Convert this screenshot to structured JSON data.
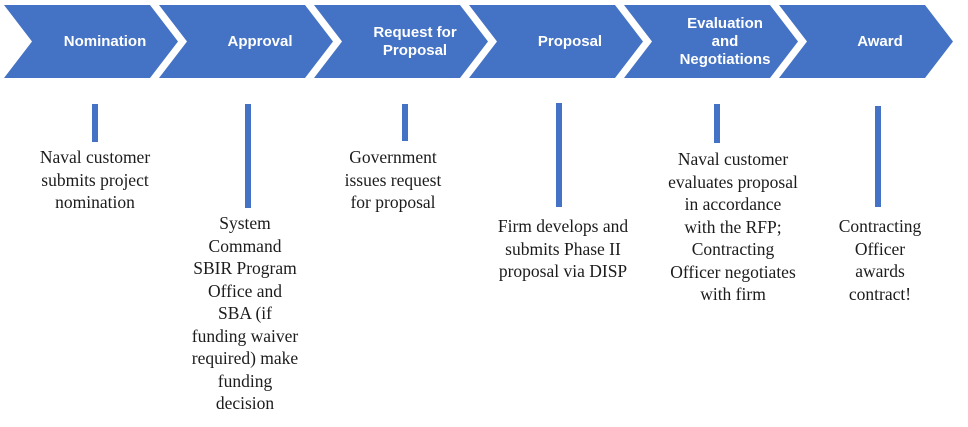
{
  "diagram": {
    "type": "process-flow",
    "step_count": 6
  },
  "colors": {
    "chevron_blue": "#4472C4",
    "connector_blue": "#4472C4",
    "label_text": "#ffffff",
    "body_text": "#1c1c1c"
  },
  "steps": [
    {
      "label": "Nomination",
      "label_lines": [
        "Nomination"
      ],
      "connector": "short",
      "description": "Naval customer submits project nomination",
      "description_lines": [
        "Naval customer",
        "submits project",
        "nomination"
      ]
    },
    {
      "label": "Approval",
      "label_lines": [
        "Approval"
      ],
      "connector": "long",
      "description": "System Command SBIR Program Office and SBA (if funding waiver required) make funding decision",
      "description_lines": [
        "System",
        "Command",
        "SBIR Program",
        "Office and",
        "SBA (if",
        "funding waiver",
        "required) make",
        "funding",
        "decision"
      ]
    },
    {
      "label": "Request for Proposal",
      "label_lines": [
        "Request for",
        "Proposal"
      ],
      "connector": "short",
      "description": "Government issues request for proposal",
      "description_lines": [
        "Government",
        "issues request",
        "for proposal"
      ]
    },
    {
      "label": "Proposal",
      "label_lines": [
        "Proposal"
      ],
      "connector": "long",
      "description": "Firm develops and submits Phase II proposal via DISP",
      "description_lines": [
        "Firm develops and",
        "submits Phase II",
        "proposal via DISP"
      ]
    },
    {
      "label": "Evaluation and Negotiations",
      "label_lines": [
        "Evaluation",
        "and",
        "Negotiations"
      ],
      "connector": "short",
      "description": "Naval customer evaluates proposal in accordance with the RFP; Contracting Officer negotiates with firm",
      "description_lines": [
        "Naval customer",
        "evaluates proposal",
        "in accordance",
        "with the RFP;",
        "Contracting",
        "Officer negotiates",
        "with firm"
      ]
    },
    {
      "label": "Award",
      "label_lines": [
        "Award"
      ],
      "connector": "long",
      "description": "Contracting Officer awards contract!",
      "description_lines": [
        "Contracting",
        "Officer",
        "awards",
        "contract!"
      ]
    }
  ]
}
